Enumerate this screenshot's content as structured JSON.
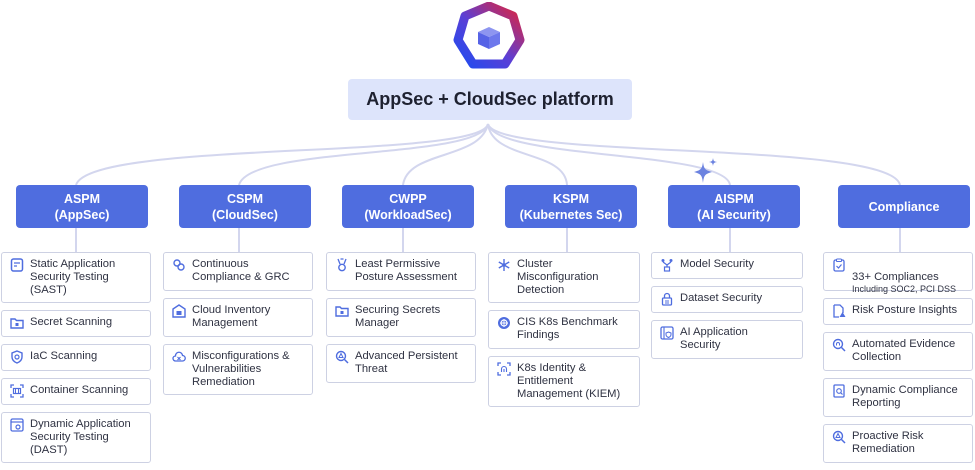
{
  "logo": {
    "icon": "cube-heptagon-logo-icon"
  },
  "root": {
    "title": "AppSec + CloudSec platform"
  },
  "colors": {
    "category_fill": "#4f6ddf",
    "root_fill": "#dde4fb",
    "connector": "#d3d6ee",
    "icon": "#4f6ddf",
    "item_border": "#cdd1e3"
  },
  "columns": [
    {
      "title": "ASPM",
      "subtitle": "(AppSec)",
      "items": [
        {
          "label": "Static Application\nSecurity Testing\n(SAST)",
          "icon": "code-document-icon"
        },
        {
          "label": "Secret Scanning",
          "icon": "folder-lock-icon"
        },
        {
          "label": "IaC Scanning",
          "icon": "shield-search-icon"
        },
        {
          "label": "Container Scanning",
          "icon": "container-scan-icon"
        },
        {
          "label": "Dynamic Application\nSecurity Testing\n(DAST)",
          "icon": "browser-gear-icon"
        }
      ]
    },
    {
      "title": "CSPM",
      "subtitle": "(CloudSec)",
      "items": [
        {
          "label": "Continuous\nCompliance & GRC",
          "icon": "link-cycle-icon"
        },
        {
          "label": "Cloud Inventory\nManagement",
          "icon": "warehouse-icon"
        },
        {
          "label": "Misconfigurations &\nVulnerabilities\nRemediation",
          "icon": "cloud-x-icon"
        }
      ]
    },
    {
      "title": "CWPP",
      "subtitle": "(WorkloadSec)",
      "items": [
        {
          "label": "Least Permissive\nPosture Assessment",
          "icon": "badge-medal-icon"
        },
        {
          "label": "Securing Secrets\nManager",
          "icon": "folder-lock-icon"
        },
        {
          "label": "Advanced Persistent\nThreat",
          "icon": "search-alert-icon"
        }
      ]
    },
    {
      "title": "KSPM",
      "subtitle": "(Kubernetes Sec)",
      "items": [
        {
          "label": "Cluster\nMisconfiguration\nDetection",
          "icon": "cluster-snowflake-icon"
        },
        {
          "label": "CIS K8s Benchmark\nFindings",
          "icon": "kubernetes-wheel-icon"
        },
        {
          "label": "K8s Identity &\nEntitlement\nManagement (KIEM)",
          "icon": "fingerprint-scan-icon"
        }
      ]
    },
    {
      "title": "AISPM",
      "subtitle": "(AI Security)",
      "items": [
        {
          "label": "Model Security",
          "icon": "model-network-icon"
        },
        {
          "label": "Dataset Security",
          "icon": "lock-document-icon"
        },
        {
          "label": "AI Application\nSecurity",
          "icon": "app-shield-icon"
        }
      ]
    },
    {
      "title": "Compliance",
      "subtitle": "",
      "items": [
        {
          "label": "33+ Compliances",
          "sublabel": "Including SOC2, PCI DSS",
          "icon": "clipboard-check-icon"
        },
        {
          "label": "Risk Posture Insights",
          "icon": "document-warning-icon"
        },
        {
          "label": "Automated Evidence\nCollection",
          "icon": "fingerprint-search-icon"
        },
        {
          "label": "Dynamic Compliance\nReporting",
          "icon": "report-search-icon"
        },
        {
          "label": "Proactive Risk\nRemediation",
          "icon": "search-alert-icon"
        }
      ]
    }
  ],
  "ai_badge": {
    "icon": "sparkle-icon"
  }
}
